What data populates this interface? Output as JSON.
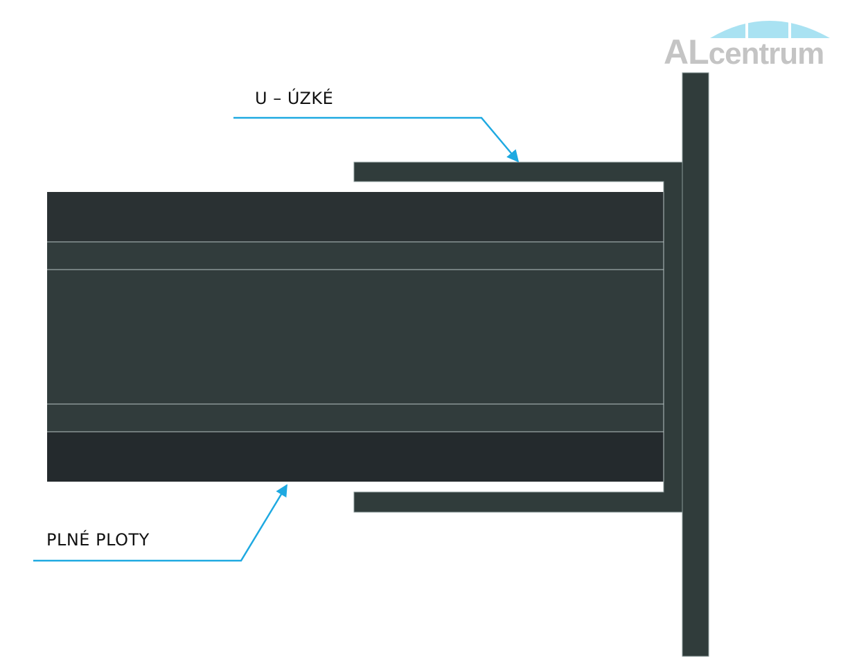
{
  "labels": {
    "channel": "U – ÚZKÉ",
    "panel": "PLNÉ PLOTY"
  },
  "logo": {
    "brand_prefix": "AL",
    "brand_suffix": "centrum"
  },
  "colors": {
    "leader": "#1ea9e1",
    "post": "#303c3b",
    "panel_dark": "#2a3133",
    "panel_mid": "#313c3c",
    "panel_bottom": "#242a2d",
    "logo_arc": "#a9e2f2",
    "logo_text": "#c4c4c4"
  }
}
